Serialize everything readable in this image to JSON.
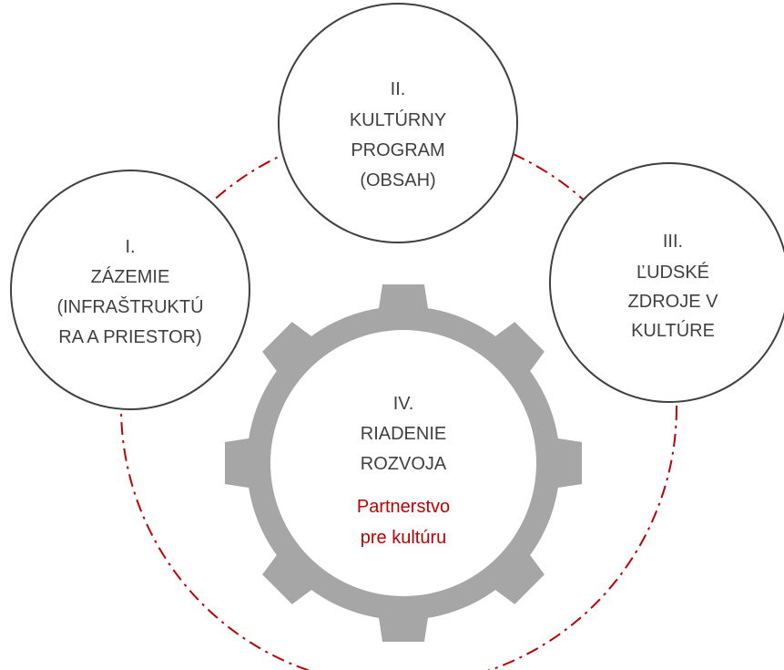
{
  "colors": {
    "ring": "#c00000",
    "gear": "#a6a6a6",
    "circle_stroke": "#404040",
    "text": "#404040",
    "accent_text": "#c00000"
  },
  "nodes": {
    "culture_program": {
      "lines": [
        "II.",
        "KULTÚRNY",
        "PROGRAM",
        "(OBSAH)"
      ]
    },
    "facilities": {
      "lines": [
        "I.",
        "ZÁZEMIE",
        "(INFRAŠTRUKTÚ",
        "RA A PRIESTOR)"
      ]
    },
    "human_resources": {
      "lines": [
        "III.",
        "ĽUDSKÉ",
        "ZDROJE V",
        "KULTÚRE"
      ]
    },
    "development_management": {
      "lines": [
        "IV.",
        "RIADENIE",
        "ROZVOJA"
      ],
      "partnership_lines": [
        "Partnerstvo",
        "pre kultúru"
      ]
    }
  }
}
